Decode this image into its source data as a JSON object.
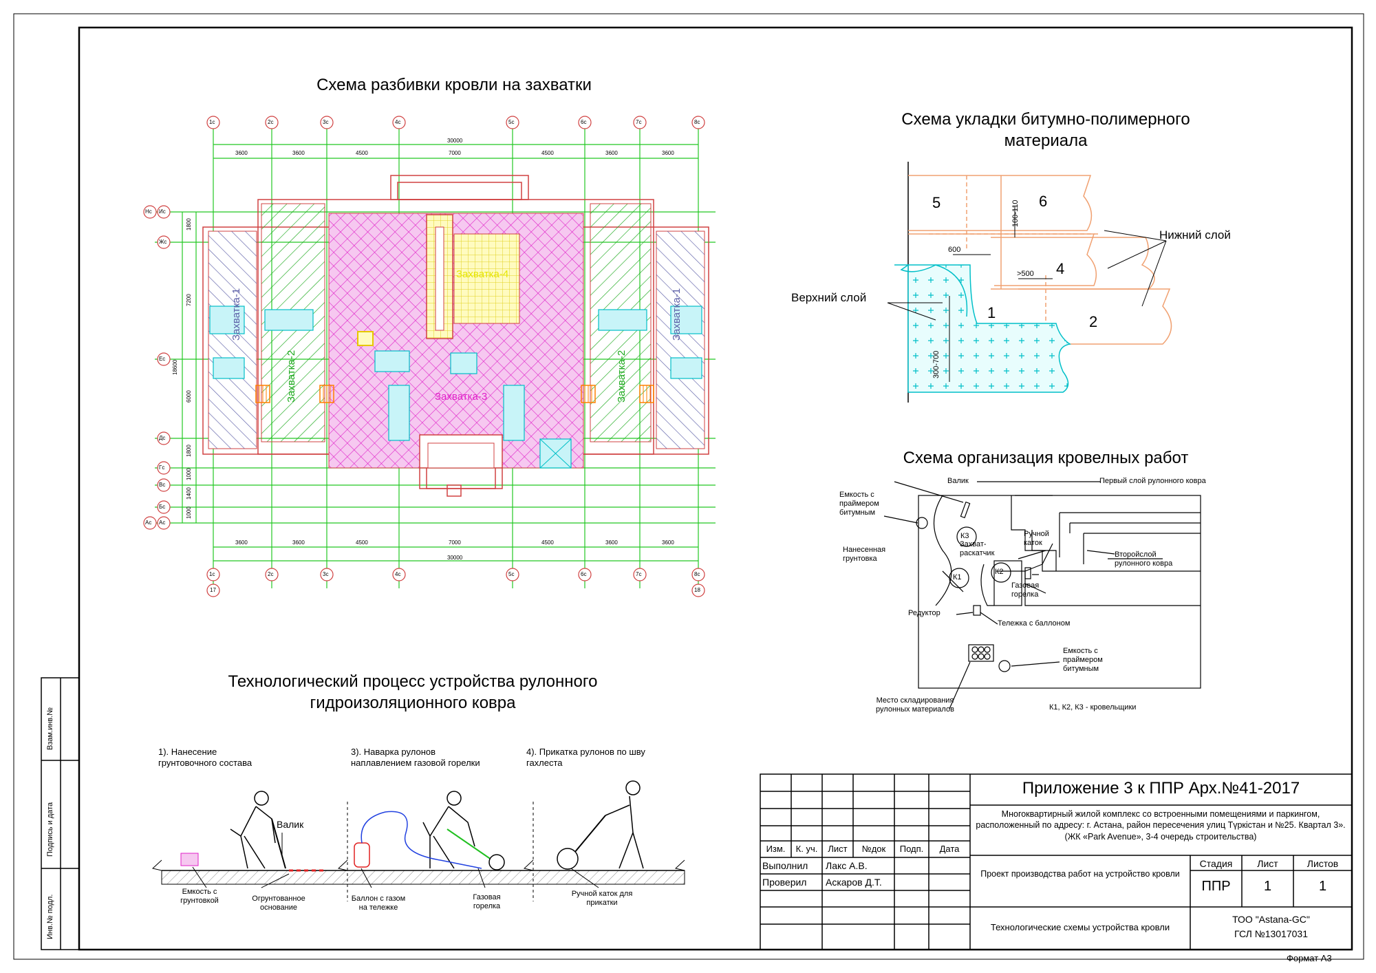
{
  "titles": {
    "roof_scheme": "Схема разбивки кровли на захватки",
    "laying_scheme_line1": "Схема укладки  битумно-полимерного",
    "laying_scheme_line2": "материала",
    "org_scheme": "Схема организация кровелных работ",
    "process_line1": "Технологический процесс устройства рулонного",
    "process_line2": "гидроизоляционного ковра"
  },
  "plan": {
    "axes_top": [
      "1с",
      "2с",
      "3с",
      "4с",
      "5с",
      "6с",
      "7с",
      "8с"
    ],
    "axes_bottom": [
      "1с",
      "2с",
      "3с",
      "4с",
      "5с",
      "6с",
      "7с",
      "8с"
    ],
    "axes_side": [
      "Ис",
      "Жс",
      "Ес",
      "Дс",
      "Гс",
      "Вс",
      "Бс",
      "Ас"
    ],
    "axes_left_extra": [
      "Нс",
      "Ас"
    ],
    "bottom_circle_left": "17",
    "bottom_circle_right": "18",
    "dims_top": [
      "3600",
      "3600",
      "4500",
      "7000",
      "4500",
      "3600",
      "3600"
    ],
    "dims_bottom": [
      "3600",
      "3600",
      "4500",
      "7000",
      "4500",
      "3600",
      "3600"
    ],
    "total_width": "30000",
    "dims_left": [
      "1800",
      "7200",
      "6000",
      "1800",
      "1000",
      "1400",
      "1000"
    ],
    "total_height": "18600",
    "zones": {
      "z1": "Захватка-1",
      "z2": "Захватка-2",
      "z3": "Захватка-3",
      "z4": "Захватка-4"
    },
    "colors": {
      "z1": "#5b5ea6",
      "z2": "#1aa81a",
      "z3": "#e020c8",
      "z4": "#e6e600",
      "grid": "#22c822",
      "wall": "#d04040"
    }
  },
  "laying": {
    "n1": "1",
    "n2": "2",
    "n4": "4",
    "n5": "5",
    "n6": "6",
    "d600": "600",
    "d500": ">500",
    "d100": "100-110",
    "d300": "300-700",
    "upper": "Верхний слой",
    "lower": "Нижний слой"
  },
  "org": {
    "valik": "Валик",
    "first_layer": "Первый слой рулонного ковра",
    "primer_tank": "Емкость с праймером битумным",
    "k3": "К3",
    "k2": "К2",
    "k1": "К1",
    "hand_roller": "Ручной каток",
    "grip": "Захват-раскатчик",
    "second_layer": "Второйслой рулонного ковра",
    "applied_primer": "Нанесенная грунтовка",
    "gas_torch": "Газовая горелка",
    "reducer": "Редуктор",
    "trolley": "Тележка с баллоном",
    "primer_tank2": "Емкость с праймером битумным",
    "storage": "Место складирования рулонных материалов",
    "roofers": "К1, К2, К3 - кровельщики"
  },
  "process": {
    "step1": "1). Нанесение грунтовочного состава",
    "step3": "3). Наварка рулонов наплавлением газовой горелки",
    "step4": "4). Прикатка рулонов по шву гахлеста",
    "valik": "Валик",
    "primer_tank": "Емкость с грунтовкой",
    "primed_base": "Огрунтованное основание",
    "gas_bottle": "Баллон с газом на тележке",
    "gas_torch": "Газовая горелка",
    "hand_roller": "Ручной каток для прикатки"
  },
  "side_stamp": {
    "c1": "Взам.инв.№",
    "c2": "Подпись и дата",
    "c3": "Инв.№ подл."
  },
  "title_block": {
    "appendix": "Приложение 3 к ППР Арх.№41-2017",
    "description": "Многоквартирный жилой комплекс со встроенными помещениями и паркингом, расположенный по адресу: г. Астана, район пересечения улиц Түркістан и №25. Квартал 3». (ЖК «Park Avenue», 3-4 очередь строительства)",
    "headers": [
      "Изм.",
      "К. уч.",
      "Лист",
      "№док",
      "Подп.",
      "Дата"
    ],
    "role1": "Выполнил",
    "name1": "Лакс А.В.",
    "role2": "Проверил",
    "name2": "Аскаров Д.Т.",
    "project": "Проект производства работ на устройство кровли",
    "stage_h": "Стадия",
    "sheet_h": "Лист",
    "sheets_h": "Листов",
    "stage": "ППР",
    "sheet": "1",
    "sheets": "1",
    "schemes": "Технологические схемы устройства кровли",
    "company": "ТОО \"Astana-GC\"",
    "license": "ГСЛ №13017031",
    "format": "Формат А3"
  }
}
